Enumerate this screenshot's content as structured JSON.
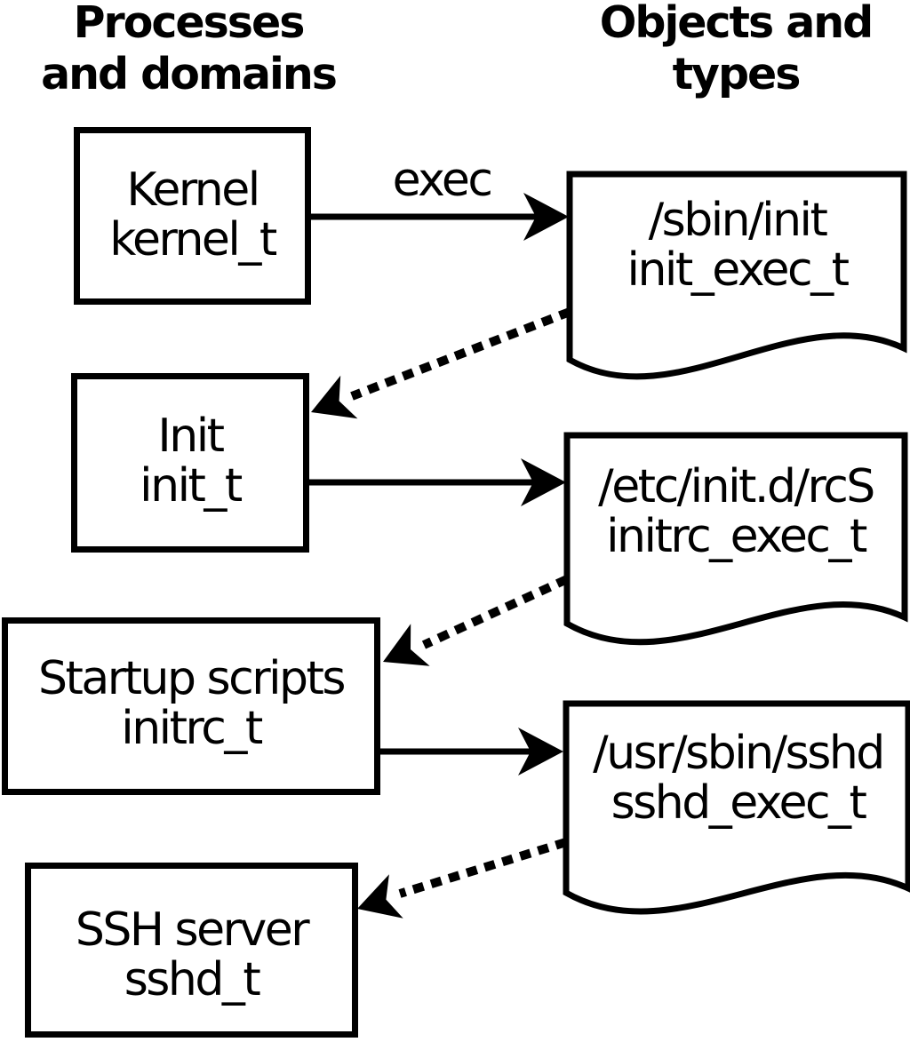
{
  "headers": {
    "left": {
      "line1": "Processes",
      "line2": "and domains"
    },
    "right": {
      "line1": "Objects and",
      "line2": "types"
    }
  },
  "processes": {
    "kernel": {
      "name": "Kernel",
      "domain": "kernel_t"
    },
    "init": {
      "name": "Init",
      "domain": "init_t"
    },
    "startup": {
      "name": "Startup scripts",
      "domain": "initrc_t"
    },
    "sshd": {
      "name": "SSH server",
      "domain": "sshd_t"
    }
  },
  "objects": {
    "sbin_init": {
      "path": "/sbin/init",
      "type": "init_exec_t"
    },
    "etc_initd_rcs": {
      "path": "/etc/init.d/rcS",
      "type": "initrc_exec_t"
    },
    "usr_sbin_sshd": {
      "path": "/usr/sbin/sshd",
      "type": "sshd_exec_t"
    }
  },
  "edge_labels": {
    "exec": "exec"
  },
  "colors": {
    "ink": "#000000",
    "paper": "#ffffff"
  }
}
